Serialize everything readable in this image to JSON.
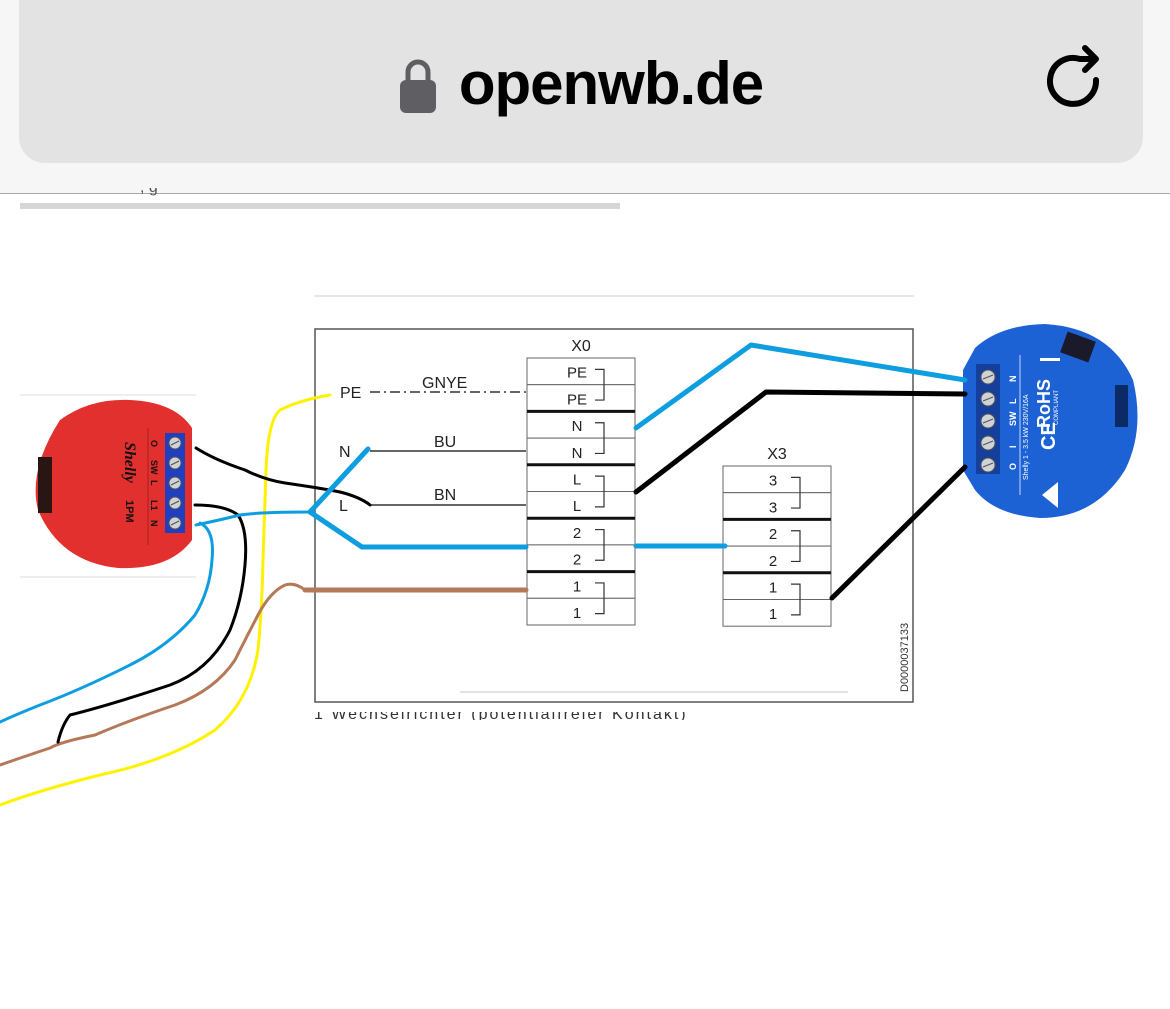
{
  "browser": {
    "url": "openwb.de",
    "lock_icon": "lock-icon",
    "reload_icon": "reload-icon"
  },
  "page": {
    "cut_top_text": ", g",
    "cut_bottom_text": "1    Wechselrichter (potentialfreier Kontakt)"
  },
  "diagram": {
    "left_labels": {
      "pe": "PE",
      "n": "N",
      "l": "L"
    },
    "wire_labels": {
      "gnye": "GNYE",
      "bu": "BU",
      "bn": "BN"
    },
    "x0": {
      "title": "X0",
      "rows": [
        "PE",
        "PE",
        "N",
        "N",
        "L",
        "L",
        "2",
        "2",
        "1",
        "1"
      ]
    },
    "x3": {
      "title": "X3",
      "rows": [
        "3",
        "3",
        "2",
        "2",
        "1",
        "1"
      ]
    },
    "drawing_id": "D0000037133",
    "shelly_1pm": {
      "brand": "Shelly",
      "model": "1PM",
      "terminals": [
        "O",
        "SW",
        "L",
        "L1",
        "N"
      ],
      "color": "#e2302f"
    },
    "shelly_1": {
      "terminals": [
        "O",
        "I",
        "SW",
        "L",
        "N"
      ],
      "rating": "Shelly 1 - 3.5 kW 230V/16A",
      "marks": [
        "CE",
        "RoHS",
        "COMPLIANT"
      ],
      "color": "#1d62d4"
    },
    "wire_colors": {
      "blue": "#0e9ee0",
      "black": "#000000",
      "brown": "#b5795a",
      "yellow": "#fff200"
    }
  }
}
